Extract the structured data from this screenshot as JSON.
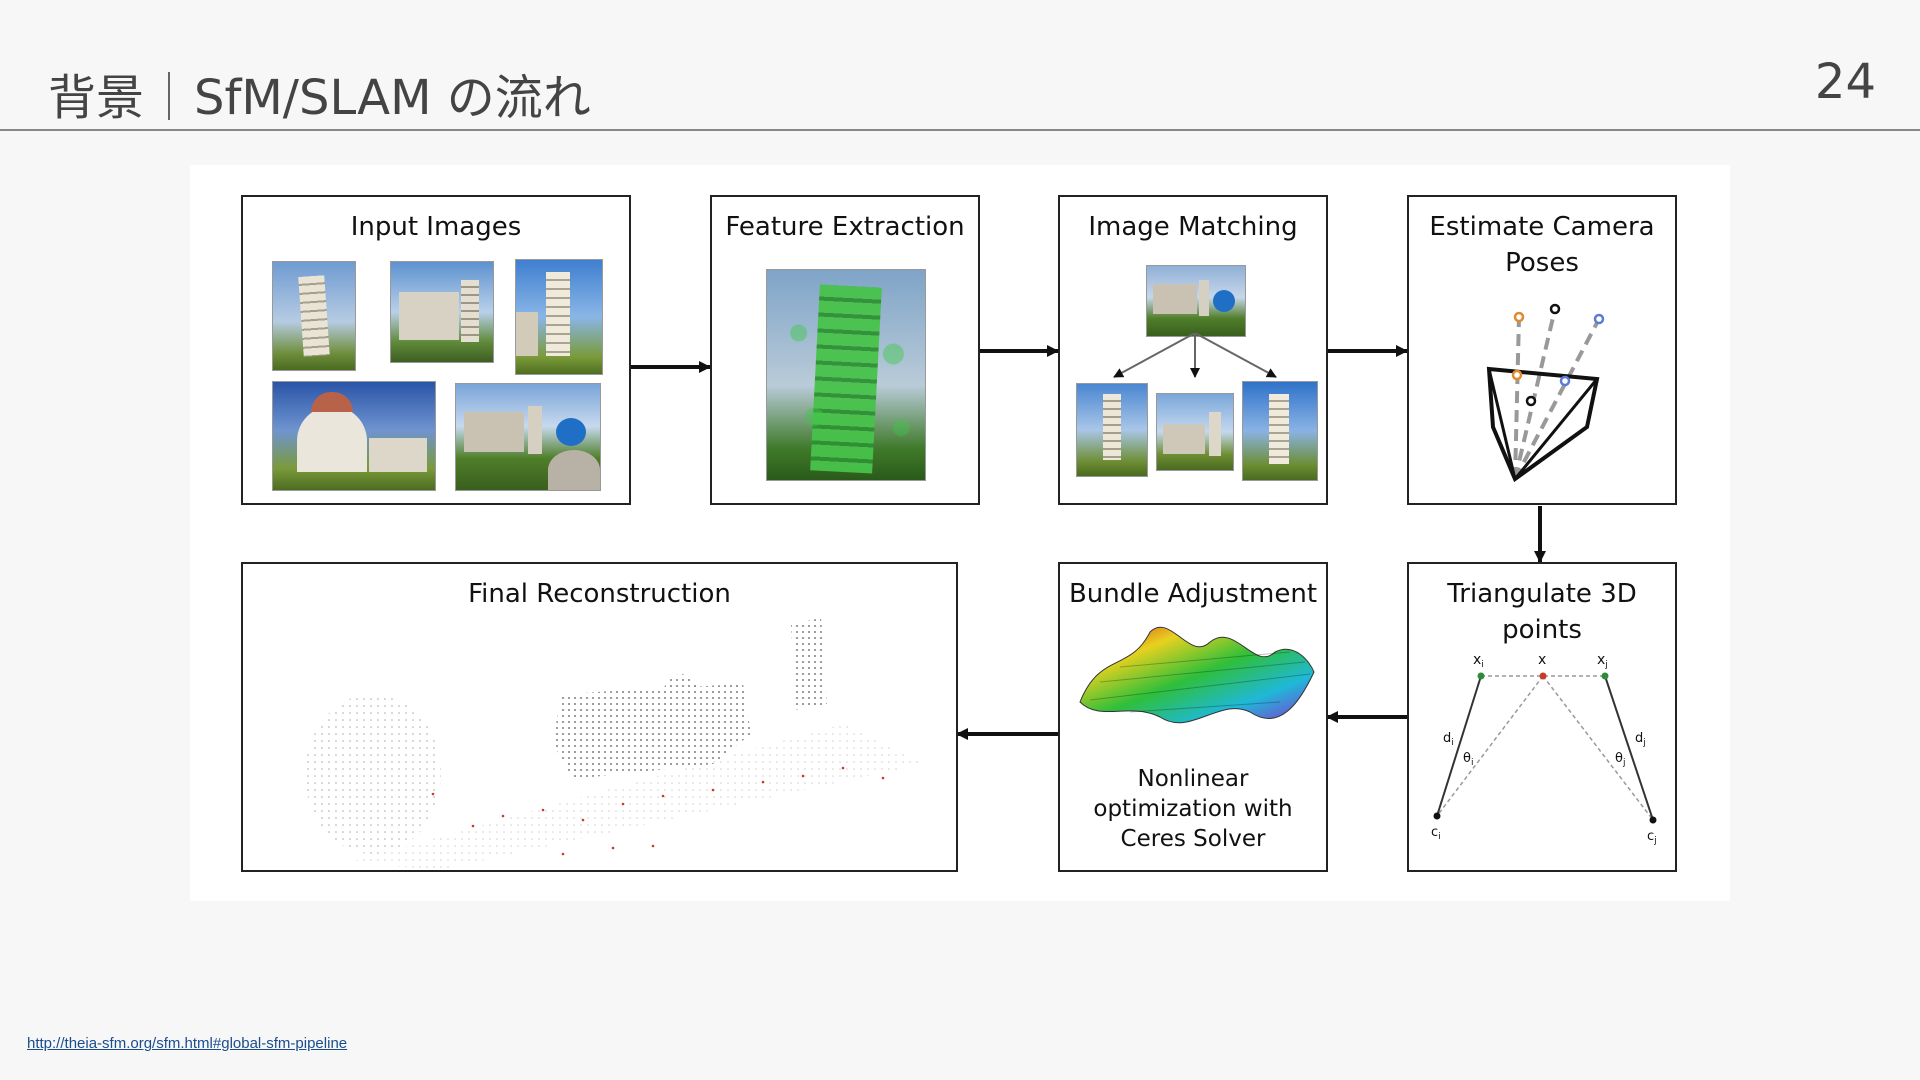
{
  "header": {
    "title_prefix": "背景",
    "title_main": "SfM/SLAM の流れ",
    "page_number": "24"
  },
  "diagram": {
    "boxes": {
      "input_images": "Input Images",
      "feature_extraction": "Feature Extraction",
      "image_matching": "Image Matching",
      "estimate_poses_line1": "Estimate Camera",
      "estimate_poses_line2": "Poses",
      "triangulate_line1": "Triangulate 3D",
      "triangulate_line2": "points",
      "bundle_adjustment": "Bundle Adjustment",
      "final_reconstruction": "Final Reconstruction"
    },
    "bundle_caption": [
      "Nonlinear",
      "optimization with",
      "Ceres Solver"
    ],
    "triangulation_labels": {
      "xi": "x",
      "xi_sub": "i",
      "x": "x",
      "xj": "x",
      "xj_sub": "j",
      "di": "d",
      "di_sub": "i",
      "dj": "d",
      "dj_sub": "j",
      "theta_i": "θ",
      "theta_i_sub": "i",
      "theta_j": "θ",
      "theta_j_sub": "j",
      "ci": "c",
      "ci_sub": "i",
      "cj": "c",
      "cj_sub": "j"
    }
  },
  "footer": {
    "source_link": "http://theia-sfm.org/sfm.html#global-sfm-pipeline"
  },
  "colors": {
    "feature_green": "#2fbf3a",
    "camera_orange": "#e08a2e",
    "camera_blue": "#5b7bd6",
    "point_red": "#c83b2b",
    "point_green": "#2e8b3a"
  }
}
